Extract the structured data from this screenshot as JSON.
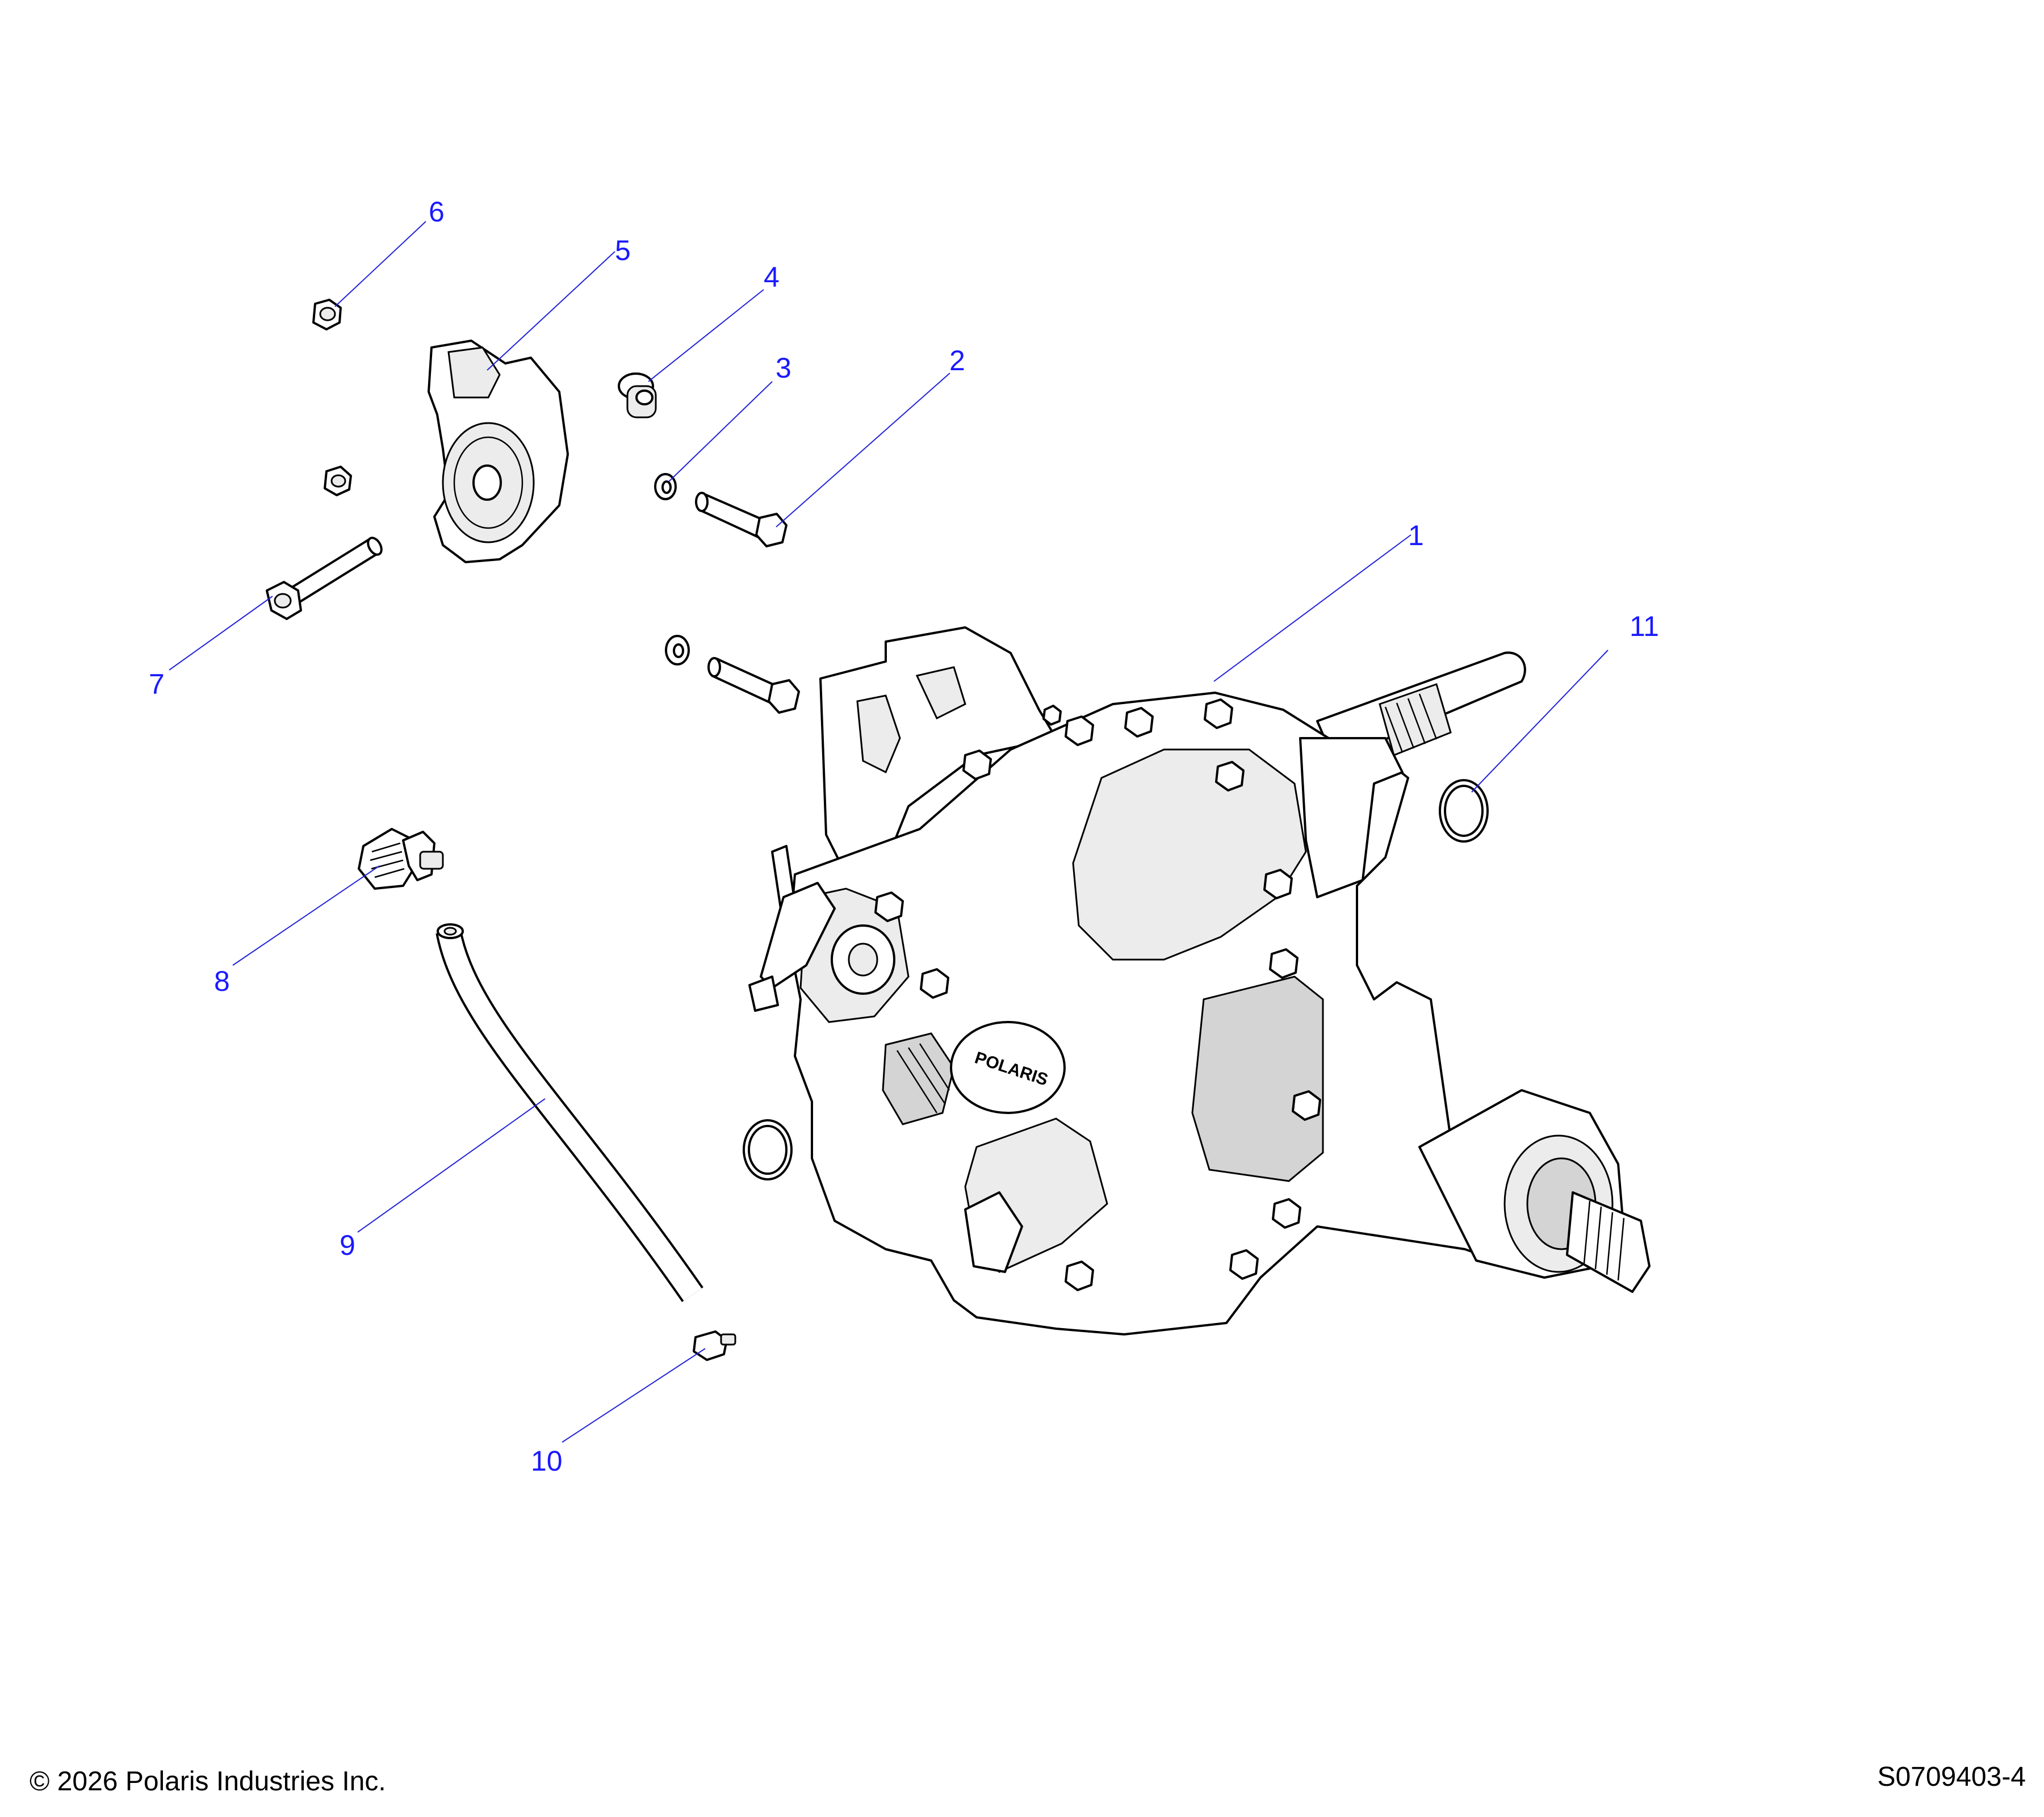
{
  "callouts": [
    {
      "id": "1",
      "label": "1"
    },
    {
      "id": "2",
      "label": "2"
    },
    {
      "id": "3",
      "label": "3"
    },
    {
      "id": "4",
      "label": "4"
    },
    {
      "id": "5",
      "label": "5"
    },
    {
      "id": "6",
      "label": "6"
    },
    {
      "id": "7",
      "label": "7"
    },
    {
      "id": "8",
      "label": "8"
    },
    {
      "id": "9",
      "label": "9"
    },
    {
      "id": "10",
      "label": "10"
    },
    {
      "id": "11",
      "label": "11"
    }
  ],
  "footer": {
    "copyright": "© 2026 Polaris Industries Inc.",
    "drawing_id": "S0709403-4"
  },
  "brand_mark": "POLARIS"
}
